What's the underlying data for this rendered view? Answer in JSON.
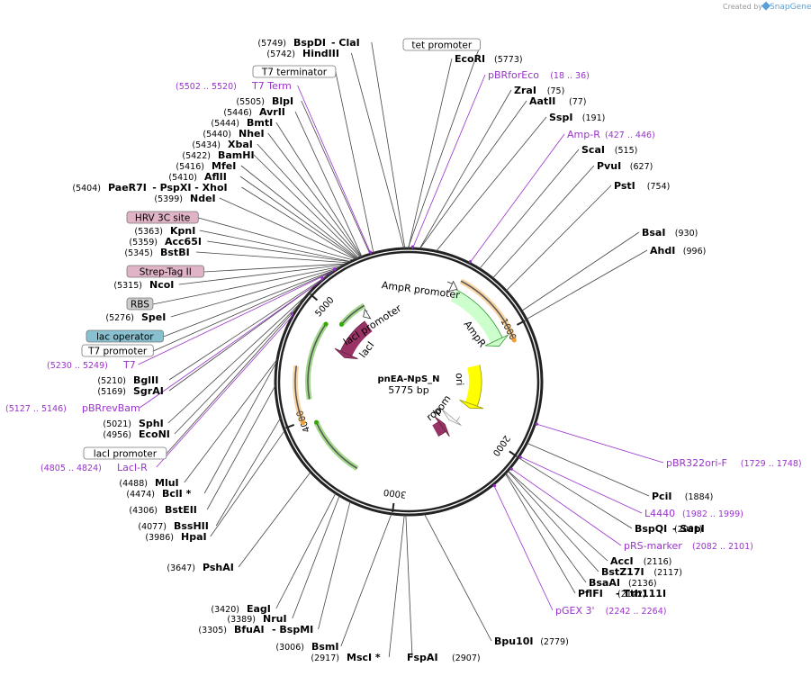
{
  "credit": {
    "prefix": "Created by",
    "brand": "SnapGene"
  },
  "plasmid": {
    "name": "pnEA-NpS_N",
    "size_label": "5775 bp",
    "length": 5775
  },
  "ticks": [
    {
      "label": "1000",
      "pos": 1000
    },
    {
      "label": "2000",
      "pos": 2000
    },
    {
      "label": "3000",
      "pos": 3000
    },
    {
      "label": "4000",
      "pos": 4000
    },
    {
      "label": "5000",
      "pos": 5000
    }
  ],
  "features": [
    {
      "label": "AmpR",
      "start": 440,
      "end": 1100,
      "strand": 1,
      "color": "#ccffcc",
      "stroke": "#339933",
      "label_pos": 870
    },
    {
      "label": "AmpR promoter",
      "start": 340,
      "end": 445,
      "strand": 1,
      "color": "#ffffff",
      "stroke": "#333333",
      "label_pos": 120
    },
    {
      "label": "ori",
      "start": 1230,
      "end": 1820,
      "strand": 1,
      "color": "#ffff00",
      "stroke": "#999900",
      "label_pos": 1400
    },
    {
      "label": "bom",
      "start": 2000,
      "end": 2140,
      "strand": 1,
      "color": "#ffffff",
      "stroke": "#999999",
      "label_pos": 2010
    },
    {
      "label": "rop",
      "start": 2240,
      "end": 2430,
      "strand": -1,
      "color": "#993366",
      "stroke": "#662244",
      "label_pos": 2270
    },
    {
      "label": "lacI",
      "start": 4660,
      "end": 5200,
      "strand": -1,
      "color": "#993366",
      "stroke": "#662244",
      "label_pos": 4930
    },
    {
      "label": "lacI promoter",
      "start": 5215,
      "end": 5290,
      "strand": -1,
      "color": "#ffffff",
      "stroke": "#333333",
      "label_pos": 5250
    }
  ],
  "orfs": [
    {
      "start": 440,
      "end": 1100,
      "strand": 1,
      "color": "#f0a030"
    },
    {
      "start": 3380,
      "end": 3950,
      "strand": 1,
      "color": "#33aa00"
    },
    {
      "start": 3990,
      "end": 4460,
      "strand": -1,
      "color": "#f0a030"
    },
    {
      "start": 4170,
      "end": 4890,
      "strand": 1,
      "color": "#33aa00"
    },
    {
      "start": 4980,
      "end": 5290,
      "strand": -1,
      "color": "#33aa00"
    }
  ],
  "sites": [
    {
      "name": "BspDI",
      "pos": "5749",
      "extra": "- ClaI",
      "at": 5749
    },
    {
      "name": "HindIII",
      "pos": "5742",
      "at": 5742
    },
    {
      "name": "EcoRI",
      "pos": "5773",
      "at": 5773
    },
    {
      "name": "ZraI",
      "pos": "75",
      "at": 75
    },
    {
      "name": "AatII",
      "pos": "77",
      "at": 77
    },
    {
      "name": "SspI",
      "pos": "191",
      "at": 191
    },
    {
      "name": "ScaI",
      "pos": "515",
      "at": 515
    },
    {
      "name": "PvuI",
      "pos": "627",
      "at": 627
    },
    {
      "name": "PstI",
      "pos": "754",
      "at": 754
    },
    {
      "name": "BsaI",
      "pos": "930",
      "at": 930
    },
    {
      "name": "AhdI",
      "pos": "996",
      "at": 996
    },
    {
      "name": "BlpI",
      "pos": "5505",
      "at": 5505
    },
    {
      "name": "AvrII",
      "pos": "5446",
      "at": 5446
    },
    {
      "name": "BmtI",
      "pos": "5444",
      "at": 5444
    },
    {
      "name": "NheI",
      "pos": "5440",
      "at": 5440
    },
    {
      "name": "XbaI",
      "pos": "5434",
      "at": 5434
    },
    {
      "name": "BamHI",
      "pos": "5422",
      "at": 5422
    },
    {
      "name": "MfeI",
      "pos": "5416",
      "at": 5416
    },
    {
      "name": "AflII",
      "pos": "5410",
      "at": 5410
    },
    {
      "name": "PaeR7I",
      "pos": "5404",
      "extra": "- PspXI - XhoI",
      "at": 5404
    },
    {
      "name": "NdeI",
      "pos": "5399",
      "at": 5399
    },
    {
      "name": "KpnI",
      "pos": "5363",
      "at": 5363
    },
    {
      "name": "Acc65I",
      "pos": "5359",
      "at": 5359
    },
    {
      "name": "BstBI",
      "pos": "5345",
      "at": 5345
    },
    {
      "name": "NcoI",
      "pos": "5315",
      "at": 5315
    },
    {
      "name": "SpeI",
      "pos": "5276",
      "at": 5276
    },
    {
      "name": "BglII",
      "pos": "5210",
      "at": 5210
    },
    {
      "name": "SgrAI",
      "pos": "5169",
      "at": 5169
    },
    {
      "name": "SphI",
      "pos": "5021",
      "at": 5021
    },
    {
      "name": "EcoNI",
      "pos": "4956",
      "at": 4956
    },
    {
      "name": "MluI",
      "pos": "4488",
      "at": 4488
    },
    {
      "name": "BclI *",
      "pos": "4474",
      "at": 4474
    },
    {
      "name": "BstEII",
      "pos": "4306",
      "at": 4306
    },
    {
      "name": "BssHII",
      "pos": "4077",
      "at": 4077
    },
    {
      "name": "HpaI",
      "pos": "3986",
      "at": 3986
    },
    {
      "name": "PshAI",
      "pos": "3647",
      "at": 3647
    },
    {
      "name": "EagI",
      "pos": "3420",
      "at": 3420
    },
    {
      "name": "NruI",
      "pos": "3389",
      "at": 3389
    },
    {
      "name": "BfuAI",
      "pos": "3305",
      "extra": "- BspMI",
      "at": 3305
    },
    {
      "name": "BsmI",
      "pos": "3006",
      "at": 3006
    },
    {
      "name": "MscI *",
      "pos": "2917",
      "at": 2917
    },
    {
      "name": "FspAI",
      "pos": "2907",
      "at": 2907
    },
    {
      "name": "Bpu10I",
      "pos": "2779",
      "at": 2779
    },
    {
      "name": "PciI",
      "pos": "1884",
      "at": 1884
    },
    {
      "name": "BspQI",
      "pos": "2001",
      "extra": "- SapI",
      "at": 2001
    },
    {
      "name": "AccI",
      "pos": "2116",
      "at": 2116
    },
    {
      "name": "BstZ17I",
      "pos": "2117",
      "at": 2117
    },
    {
      "name": "BsaAI",
      "pos": "2136",
      "at": 2136
    },
    {
      "name": "PflFI",
      "pos": "2142",
      "extra": "- Tth111I",
      "at": 2142
    }
  ],
  "primers": [
    {
      "name": "T7 Term",
      "range": "5502 .. 5520",
      "at": 5511
    },
    {
      "name": "pBRforEco",
      "range": "18 .. 36",
      "at": 27
    },
    {
      "name": "Amp-R",
      "range": "427 .. 446",
      "at": 436
    },
    {
      "name": "T7",
      "range": "5230 .. 5249",
      "at": 5240
    },
    {
      "name": "pBRrevBam",
      "range": "5127 .. 5146",
      "at": 5136
    },
    {
      "name": "LacI-R",
      "range": "4805 .. 4824",
      "at": 4815
    },
    {
      "name": "pBR322ori-F",
      "range": "1729 .. 1748",
      "at": 1738
    },
    {
      "name": "L4440",
      "range": "1982 .. 1999",
      "at": 1990
    },
    {
      "name": "pRS-marker",
      "range": "2082 .. 2101",
      "at": 2091
    },
    {
      "name": "pGEX 3'",
      "range": "2242 .. 2264",
      "at": 2253
    }
  ],
  "boxes": [
    {
      "name": "tet promoter",
      "fill": "#ffffff",
      "at": 5770
    },
    {
      "name": "T7 terminator",
      "fill": "#ffffff",
      "at": 5530
    },
    {
      "name": "HRV 3C site",
      "fill": "#e0b3c6",
      "at": 5385
    },
    {
      "name": "Strep-Tag II",
      "fill": "#e0b3c6",
      "at": 5330
    },
    {
      "name": "RBS",
      "fill": "#cccccc",
      "at": 5295
    },
    {
      "name": "lac operator",
      "fill": "#88c0d0",
      "at": 5265
    },
    {
      "name": "T7 promoter",
      "fill": "#ffffff",
      "at": 5255
    },
    {
      "name": "lacI promoter",
      "fill": "#ffffff",
      "at": 4900
    }
  ]
}
